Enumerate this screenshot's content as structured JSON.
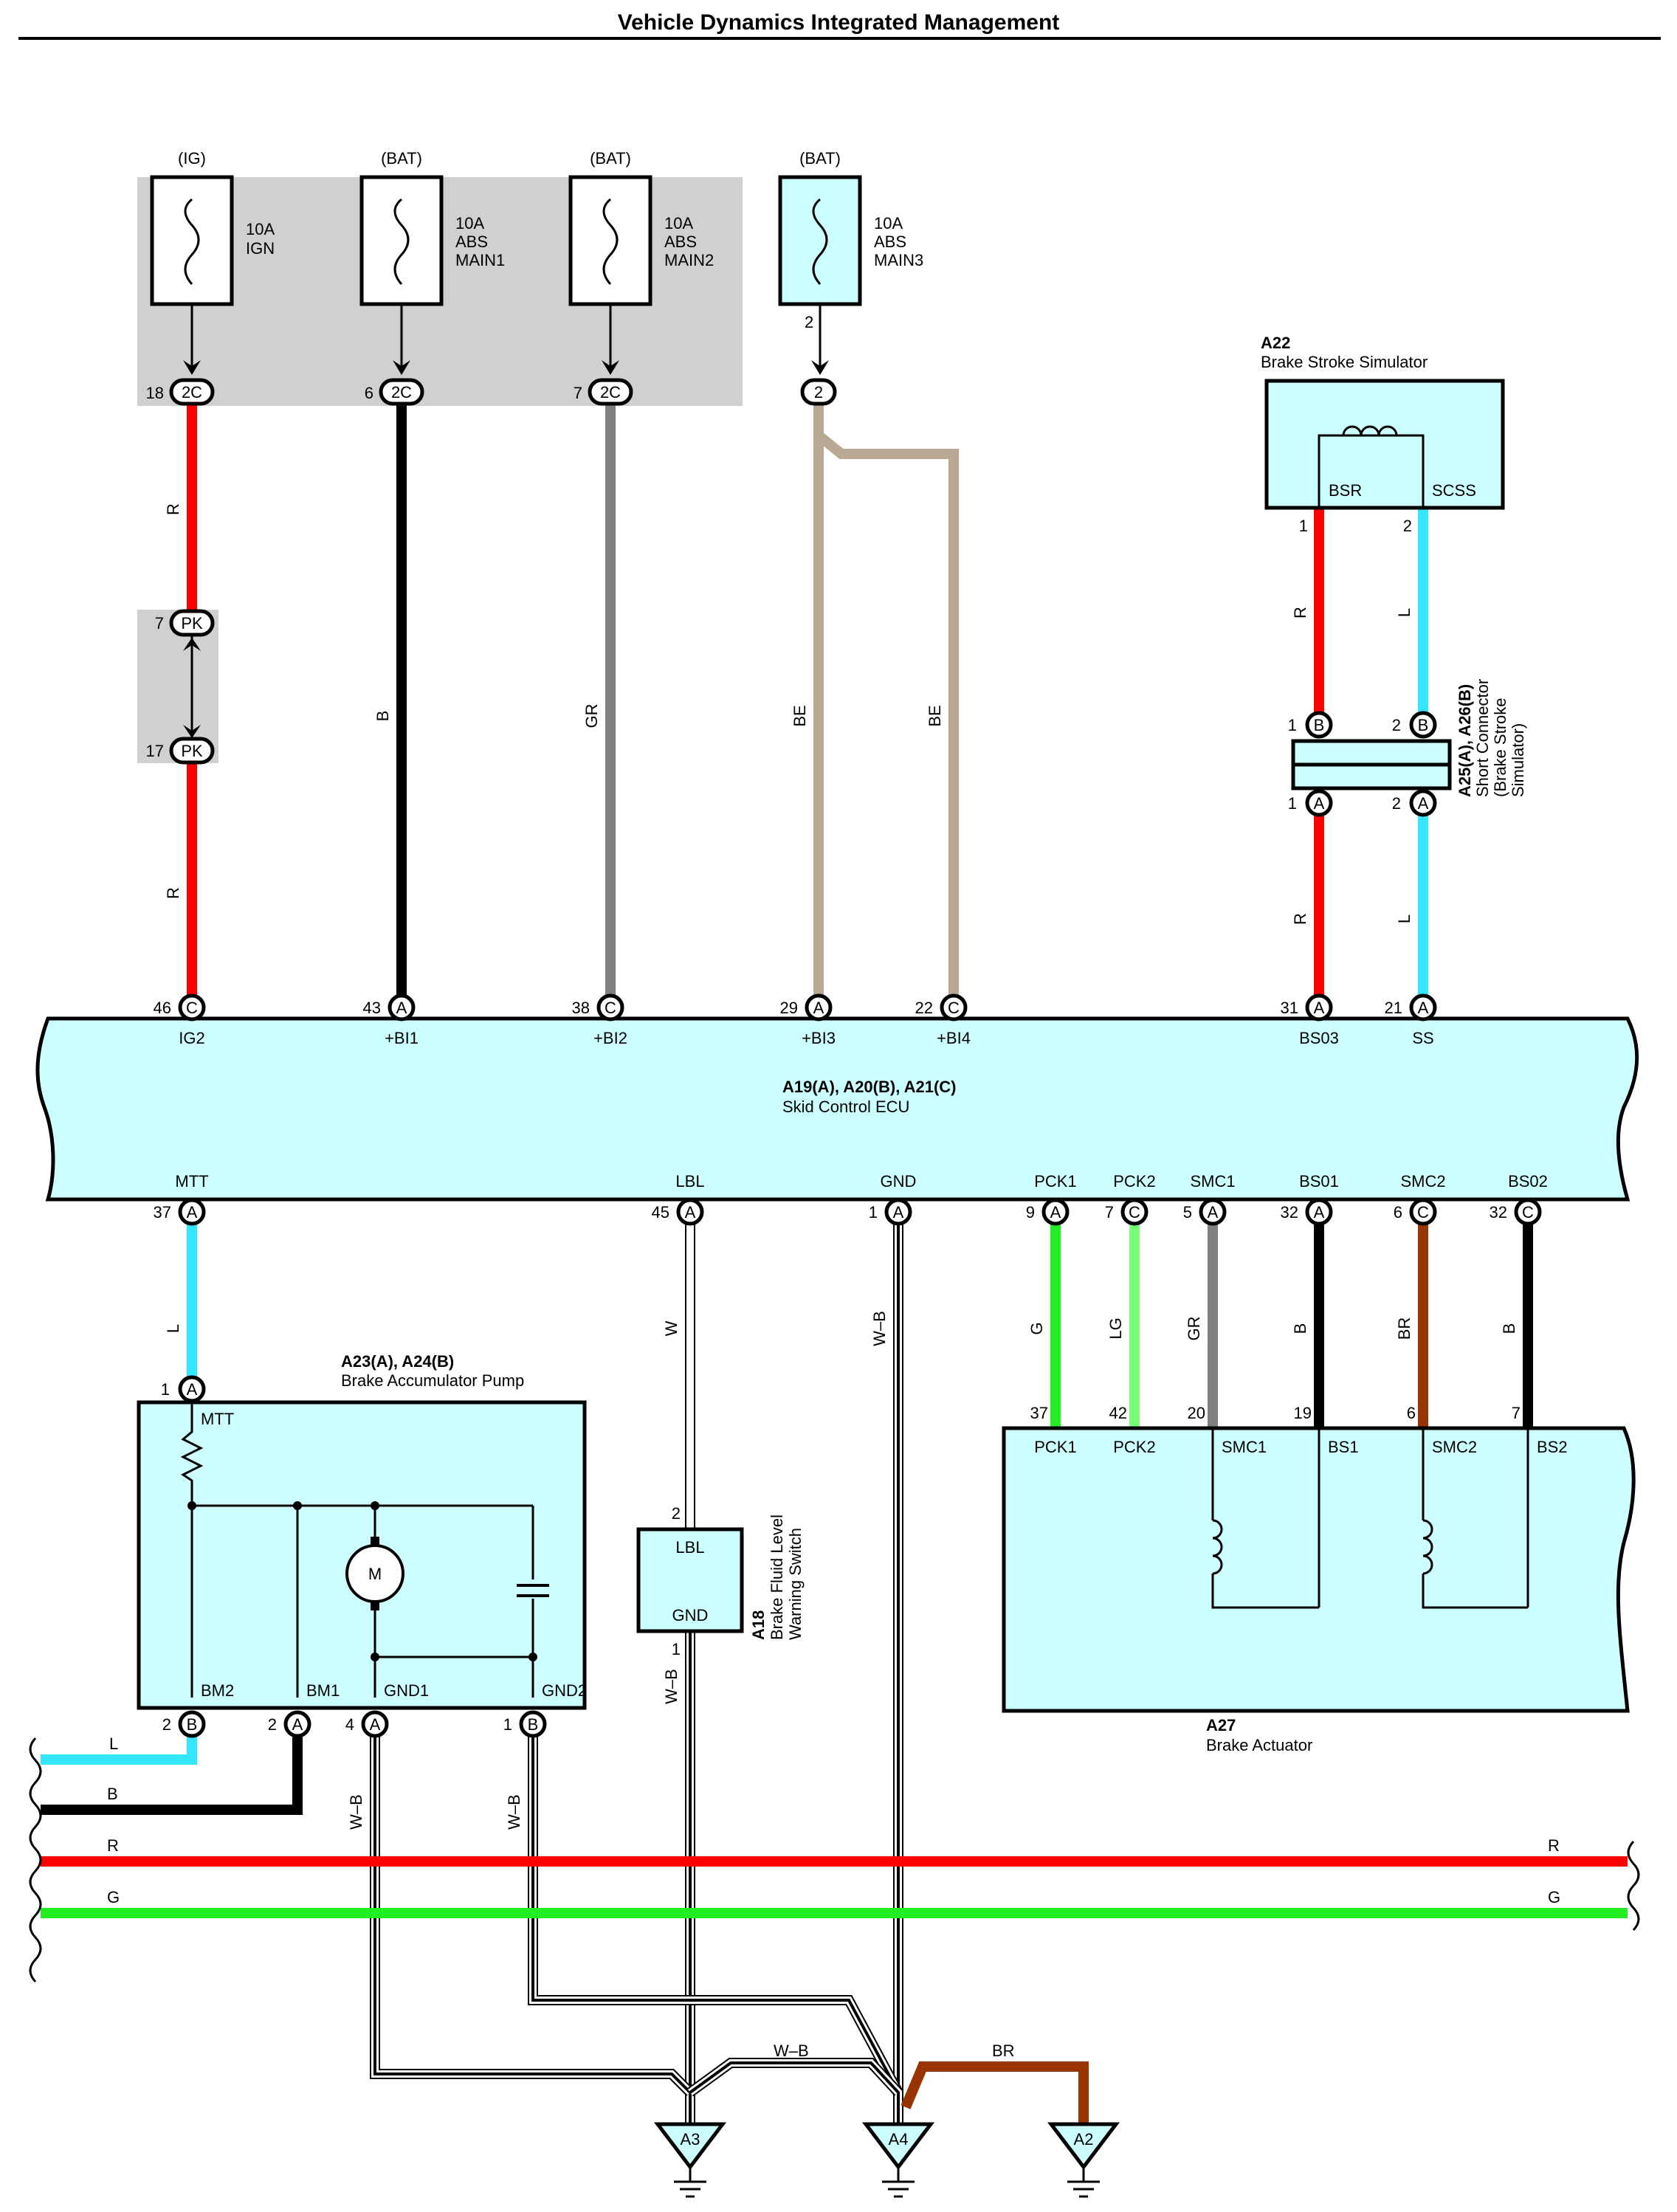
{
  "title": "Vehicle Dynamics Integrated Management",
  "colors": {
    "red": "#ff0000",
    "black": "#000000",
    "gray": "#808080",
    "beige": "#b8a894",
    "blue": "#33e6ff",
    "green": "#22ee22",
    "light_green": "#77ff77",
    "brown": "#993300",
    "fill": "#ccffff",
    "shade": "#d0d0d0"
  },
  "fuses": {
    "ign": {
      "source": "(IG)",
      "rating": "10A",
      "name1": "IGN",
      "name2": "",
      "pin": "18",
      "conn": "2C"
    },
    "main1": {
      "source": "(BAT)",
      "rating": "10A",
      "name1": "ABS",
      "name2": "MAIN1",
      "pin": "6",
      "conn": "2C"
    },
    "main2": {
      "source": "(BAT)",
      "rating": "10A",
      "name1": "ABS",
      "name2": "MAIN2",
      "pin": "7",
      "conn": "2C"
    },
    "main3": {
      "source": "(BAT)",
      "rating": "10A",
      "name1": "ABS",
      "name2": "MAIN3",
      "pin_top": "2",
      "conn": "2"
    }
  },
  "junction": {
    "pin_top": "7",
    "pin_bottom": "17",
    "conn": "PK"
  },
  "wires": {
    "r": "R",
    "b": "B",
    "gr": "GR",
    "be": "BE",
    "l": "L",
    "w": "W",
    "wb": "W–B",
    "g": "G",
    "lg": "LG",
    "br": "BR"
  },
  "simulator": {
    "code": "A22",
    "name": "Brake Stroke Simulator",
    "term1": "BSR",
    "term2": "SCSS",
    "pin1": "1",
    "pin2": "2"
  },
  "short_connector": {
    "code": "A25(A), A26(B)",
    "name1": "Short Connector",
    "name2": "(Brake Stroke",
    "name3": "Simulator)",
    "pin1": "1",
    "pin2": "2",
    "connB": "B",
    "connA": "A"
  },
  "ecu": {
    "code": "A19(A), A20(B), A21(C)",
    "name": "Skid Control ECU",
    "top_pins": [
      {
        "pin": "46",
        "conn": "C",
        "label": "IG2"
      },
      {
        "pin": "43",
        "conn": "A",
        "label": "+BI1"
      },
      {
        "pin": "38",
        "conn": "C",
        "label": "+BI2"
      },
      {
        "pin": "29",
        "conn": "A",
        "label": "+BI3"
      },
      {
        "pin": "22",
        "conn": "C",
        "label": "+BI4"
      },
      {
        "pin": "31",
        "conn": "A",
        "label": "BS03"
      },
      {
        "pin": "21",
        "conn": "A",
        "label": "SS"
      }
    ],
    "bottom_pins": [
      {
        "pin": "37",
        "conn": "A",
        "label": "MTT"
      },
      {
        "pin": "45",
        "conn": "A",
        "label": "LBL"
      },
      {
        "pin": "1",
        "conn": "A",
        "label": "GND"
      },
      {
        "pin": "9",
        "conn": "A",
        "label": "PCK1"
      },
      {
        "pin": "7",
        "conn": "C",
        "label": "PCK2"
      },
      {
        "pin": "5",
        "conn": "A",
        "label": "SMC1"
      },
      {
        "pin": "32",
        "conn": "A",
        "label": "BS01"
      },
      {
        "pin": "6",
        "conn": "C",
        "label": "SMC2"
      },
      {
        "pin": "32",
        "conn": "C",
        "label": "BS02"
      }
    ]
  },
  "pump": {
    "code": "A23(A), A24(B)",
    "name": "Brake Accumulator Pump",
    "mtt_label": "MTT",
    "mtt_pin": "1",
    "mtt_conn": "A",
    "motor": "M",
    "bottom_pins": [
      {
        "pin": "2",
        "conn": "B",
        "label": "BM2"
      },
      {
        "pin": "2",
        "conn": "A",
        "label": "BM1"
      },
      {
        "pin": "4",
        "conn": "A",
        "label": "GND1"
      },
      {
        "pin": "1",
        "conn": "B",
        "label": "GND2"
      }
    ]
  },
  "level_switch": {
    "code": "A18",
    "name1": "Brake Fluid Level",
    "name2": "Warning Switch",
    "term1": "LBL",
    "term2": "GND",
    "pin1": "2",
    "pin2": "1"
  },
  "actuator": {
    "code": "A27",
    "name": "Brake Actuator",
    "pins": [
      {
        "pin": "37",
        "label": "PCK1"
      },
      {
        "pin": "42",
        "label": "PCK2"
      },
      {
        "pin": "20",
        "label": "SMC1"
      },
      {
        "pin": "19",
        "label": "BS1"
      },
      {
        "pin": "6",
        "label": "SMC2"
      },
      {
        "pin": "7",
        "label": "BS2"
      }
    ]
  },
  "grounds": [
    "A3",
    "A4",
    "A2"
  ]
}
